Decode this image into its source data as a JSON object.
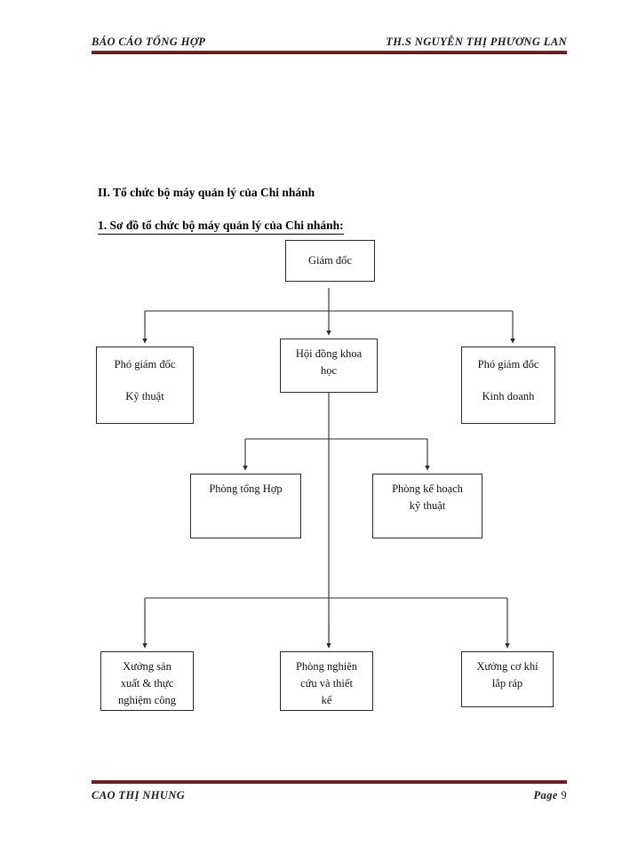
{
  "header": {
    "left": "BÁO CÁO TỔNG HỢP",
    "right": "TH.S NGUYỄN THỊ PHƯƠNG LAN"
  },
  "footer": {
    "left": "CAO THỊ NHUNG",
    "page_label": "Page",
    "page_number": "9"
  },
  "headings": {
    "section": "II. Tổ chức bộ máy quản lý của Chi nhánh",
    "subsection": "1. Sơ đồ tổ chức bộ máy quản lý của Chi nhánh:"
  },
  "chart_data": {
    "type": "diagram",
    "title": "Sơ đồ tổ chức bộ máy quản lý của Chi nhánh",
    "nodes": [
      {
        "id": "giam-doc",
        "label_lines": [
          "Giám đốc"
        ],
        "level": 1
      },
      {
        "id": "pho-gd-ky-thuat",
        "label_lines": [
          "Phó giám đốc",
          "Kỹ thuật"
        ],
        "level": 2
      },
      {
        "id": "hoi-dong-khoa-hoc",
        "label_lines": [
          "Hội đồng khoa",
          "học"
        ],
        "level": 2
      },
      {
        "id": "pho-gd-kinh-doanh",
        "label_lines": [
          "Phó giám đốc",
          "Kinh doanh"
        ],
        "level": 2
      },
      {
        "id": "phong-tong-hop",
        "label_lines": [
          "Phòng tổng Hợp"
        ],
        "level": 3
      },
      {
        "id": "phong-ke-hoach",
        "label_lines": [
          "Phòng kế hoạch",
          "kỹ thuật"
        ],
        "level": 3
      },
      {
        "id": "xuong-san-xuat",
        "label_lines": [
          "Xưởng sản",
          "xuất & thực",
          "nghiệm công"
        ],
        "level": 4
      },
      {
        "id": "phong-nghien-cuu",
        "label_lines": [
          "Phòng nghiên",
          "cứu và thiết",
          "kế"
        ],
        "level": 4
      },
      {
        "id": "xuong-co-khi",
        "label_lines": [
          "Xưởng cơ khí",
          "lắp ráp"
        ],
        "level": 4
      }
    ],
    "edges": [
      {
        "from": "giam-doc",
        "to": "pho-gd-ky-thuat"
      },
      {
        "from": "giam-doc",
        "to": "hoi-dong-khoa-hoc"
      },
      {
        "from": "giam-doc",
        "to": "pho-gd-kinh-doanh"
      },
      {
        "from": "hoi-dong-khoa-hoc",
        "to": "phong-tong-hop"
      },
      {
        "from": "hoi-dong-khoa-hoc",
        "to": "phong-ke-hoach"
      },
      {
        "from": "hoi-dong-khoa-hoc",
        "to": "xuong-san-xuat"
      },
      {
        "from": "hoi-dong-khoa-hoc",
        "to": "phong-nghien-cuu"
      },
      {
        "from": "hoi-dong-khoa-hoc",
        "to": "xuong-co-khi"
      }
    ]
  },
  "colors": {
    "rule": "#6b1f1f",
    "box_border": "#2b2b2b",
    "text": "#111111",
    "page_background": "#ffffff"
  }
}
